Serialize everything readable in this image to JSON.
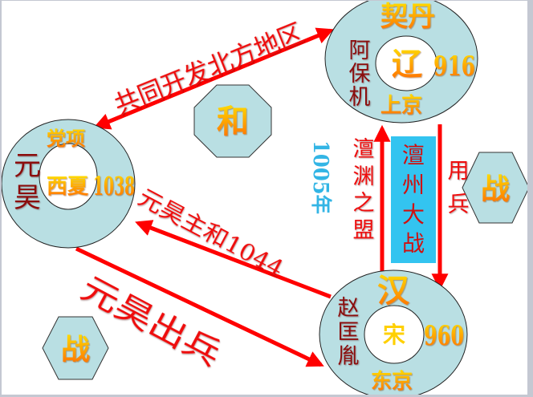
{
  "slide": {
    "colors": {
      "ring_fill": "#b9dfe3",
      "arrow": "#ff0000",
      "label_red": "#ee1111",
      "ruler_maroon": "#8b1010",
      "gold_top": "#ffd800",
      "gold_bottom": "#ff7a00",
      "year_blue": "#33b5e5",
      "battle_box": "#33c4f0"
    },
    "liao": {
      "ethnic": "契丹",
      "state": "辽",
      "year": "916",
      "capital": "上京",
      "founder_chars": [
        "阿",
        "保",
        "机"
      ]
    },
    "xixia": {
      "ethnic": "党项",
      "state": "西夏",
      "year": "1038",
      "founder_chars": [
        "元",
        "昊"
      ]
    },
    "song": {
      "predecessor": "汉",
      "state": "宋",
      "year": "960",
      "capital": "东京",
      "founder_chars": [
        "赵",
        "匡",
        "胤"
      ]
    },
    "badges": {
      "peace": "和",
      "war_right": "战",
      "war_left": "战"
    },
    "relations": {
      "liao_xixia": "共同开发北方地区",
      "xixia_peace": "元昊主和1044",
      "xixia_attack": "元昊出兵",
      "treaty_year": "1005年",
      "treaty_chars": [
        "澶",
        "渊",
        "之",
        "盟"
      ],
      "battle_chars": [
        "澶",
        "州",
        "大",
        "战"
      ],
      "liao_attack_chars": [
        "用",
        "兵"
      ]
    }
  }
}
